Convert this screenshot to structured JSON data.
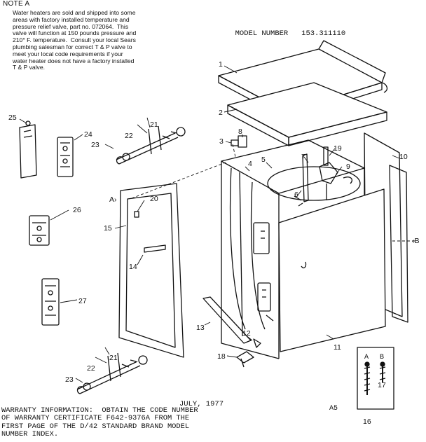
{
  "note": {
    "title": "NOTE A",
    "body": "Water heaters are sold and shipped into some\nareas with factory installed temperature and\npressure relief valve, part no. 072064.  This\nvalve will function at 150 pounds pressure and\n210° F. temperature.  Consult your local Sears\nplumbing salesman for correct T & P valve to\nmeet your local code requirements if your\nwater heater does not have a factory installed\nT & P valve."
  },
  "model": {
    "label": "MODEL NUMBER",
    "number": "153.311110"
  },
  "footer": {
    "date": "JULY, 1977",
    "warranty": "WARRANTY INFORMATION:  OBTAIN THE CODE NUMBER\nOF WARRANTY CERTIFICATE F642-9376A FROM THE\nFIRST PAGE OF THE D/42 STANDARD BRAND MODEL\nNUMBER INDEX.",
    "page_code": "A5"
  },
  "callouts": {
    "c1": "1",
    "c2": "2",
    "c3": "3",
    "c4": "4",
    "c5": "5",
    "c6": "6",
    "c7": "7",
    "c8": "8",
    "c9": "9",
    "c10": "10",
    "c11": "11",
    "c12": "12",
    "c13": "13",
    "c14": "14",
    "c15": "15",
    "c16": "16",
    "c17": "17",
    "c18": "18",
    "c19": "19",
    "c20": "20",
    "c21a": "21",
    "c21b": "21",
    "c22a": "22",
    "c22b": "22",
    "c23a": "23",
    "c23b": "23",
    "c24": "24",
    "c25": "25",
    "c26": "26",
    "c27": "27"
  },
  "reference_markers": {
    "a": "A",
    "b": "B"
  },
  "screw_labels": {
    "a": "A",
    "b": "B"
  }
}
